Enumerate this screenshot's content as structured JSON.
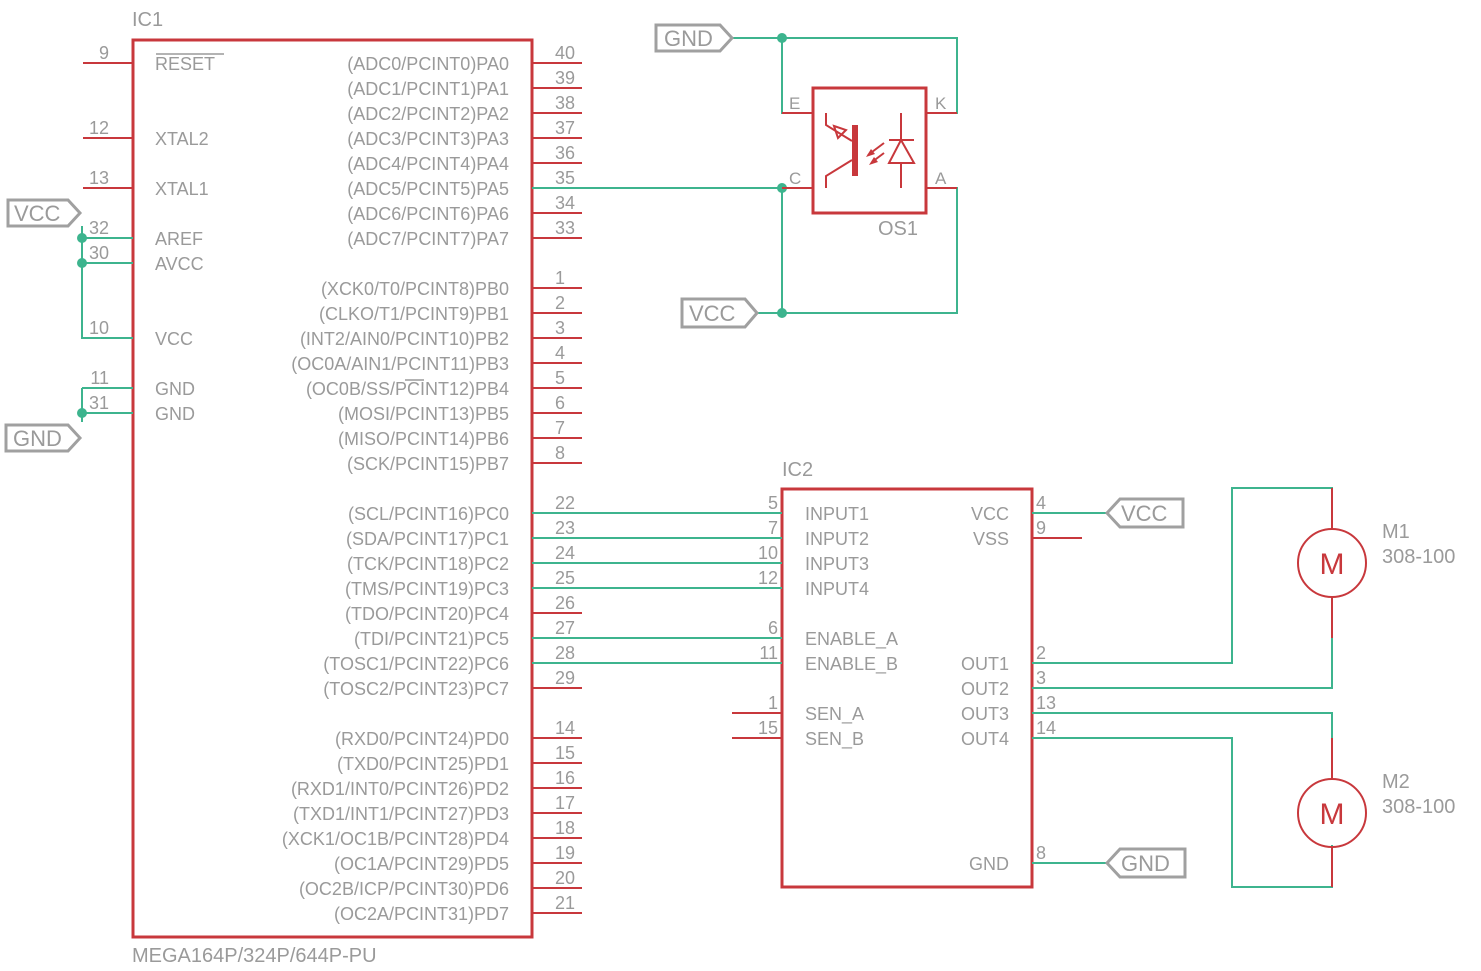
{
  "ic1": {
    "ref": "IC1",
    "value": "MEGA164P/324P/644P-PU",
    "left_pins": [
      {
        "num": "9",
        "name": "RESET"
      },
      {
        "num": "12",
        "name": "XTAL2"
      },
      {
        "num": "13",
        "name": "XTAL1"
      },
      {
        "num": "32",
        "name": "AREF"
      },
      {
        "num": "30",
        "name": "AVCC"
      },
      {
        "num": "10",
        "name": "VCC"
      },
      {
        "num": "11",
        "name": "GND"
      },
      {
        "num": "31",
        "name": "GND"
      }
    ],
    "right_pins": [
      {
        "num": "40",
        "name": "(ADC0/PCINT0)PA0"
      },
      {
        "num": "39",
        "name": "(ADC1/PCINT1)PA1"
      },
      {
        "num": "38",
        "name": "(ADC2/PCINT2)PA2"
      },
      {
        "num": "37",
        "name": "(ADC3/PCINT3)PA3"
      },
      {
        "num": "36",
        "name": "(ADC4/PCINT4)PA4"
      },
      {
        "num": "35",
        "name": "(ADC5/PCINT5)PA5"
      },
      {
        "num": "34",
        "name": "(ADC6/PCINT6)PA6"
      },
      {
        "num": "33",
        "name": "(ADC7/PCINT7)PA7"
      },
      {
        "num": "1",
        "name": "(XCK0/T0/PCINT8)PB0"
      },
      {
        "num": "2",
        "name": "(CLKO/T1/PCINT9)PB1"
      },
      {
        "num": "3",
        "name": "(INT2/AIN0/PCINT10)PB2"
      },
      {
        "num": "4",
        "name": "(OC0A/AIN1/PCINT11)PB3"
      },
      {
        "num": "5",
        "name": "(OC0B/SS/PCINT12)PB4"
      },
      {
        "num": "6",
        "name": "(MOSI/PCINT13)PB5"
      },
      {
        "num": "7",
        "name": "(MISO/PCINT14)PB6"
      },
      {
        "num": "8",
        "name": "(SCK/PCINT15)PB7"
      },
      {
        "num": "22",
        "name": "(SCL/PCINT16)PC0"
      },
      {
        "num": "23",
        "name": "(SDA/PCINT17)PC1"
      },
      {
        "num": "24",
        "name": "(TCK/PCINT18)PC2"
      },
      {
        "num": "25",
        "name": "(TMS/PCINT19)PC3"
      },
      {
        "num": "26",
        "name": "(TDO/PCINT20)PC4"
      },
      {
        "num": "27",
        "name": "(TDI/PCINT21)PC5"
      },
      {
        "num": "28",
        "name": "(TOSC1/PCINT22)PC6"
      },
      {
        "num": "29",
        "name": "(TOSC2/PCINT23)PC7"
      },
      {
        "num": "14",
        "name": "(RXD0/PCINT24)PD0"
      },
      {
        "num": "15",
        "name": "(TXD0/PCINT25)PD1"
      },
      {
        "num": "16",
        "name": "(RXD1/INT0/PCINT26)PD2"
      },
      {
        "num": "17",
        "name": "(TXD1/INT1/PCINT27)PD3"
      },
      {
        "num": "18",
        "name": "(XCK1/OC1B/PCINT28)PD4"
      },
      {
        "num": "19",
        "name": "(OC1A/PCINT29)PD5"
      },
      {
        "num": "20",
        "name": "(OC2B/ICP/PCINT30)PD6"
      },
      {
        "num": "21",
        "name": "(OC2A/PCINT31)PD7"
      }
    ]
  },
  "ic2": {
    "ref": "IC2",
    "left_pins": [
      {
        "num": "5",
        "name": "INPUT1"
      },
      {
        "num": "7",
        "name": "INPUT2"
      },
      {
        "num": "10",
        "name": "INPUT3"
      },
      {
        "num": "12",
        "name": "INPUT4"
      },
      {
        "num": "6",
        "name": "ENABLE_A"
      },
      {
        "num": "11",
        "name": "ENABLE_B"
      },
      {
        "num": "1",
        "name": "SEN_A"
      },
      {
        "num": "15",
        "name": "SEN_B"
      }
    ],
    "right_pins": [
      {
        "num": "4",
        "name": "VCC"
      },
      {
        "num": "9",
        "name": "VSS"
      },
      {
        "num": "2",
        "name": "OUT1"
      },
      {
        "num": "3",
        "name": "OUT2"
      },
      {
        "num": "13",
        "name": "OUT3"
      },
      {
        "num": "14",
        "name": "OUT4"
      },
      {
        "num": "8",
        "name": "GND"
      }
    ]
  },
  "os1": {
    "ref": "OS1",
    "pins": {
      "e": "E",
      "k": "K",
      "c": "C",
      "a": "A"
    }
  },
  "motors": [
    {
      "ref": "M1",
      "value": "308-100",
      "symbol": "M"
    },
    {
      "ref": "M2",
      "value": "308-100",
      "symbol": "M"
    }
  ],
  "ports": {
    "vcc_left": "VCC",
    "gnd_left": "GND",
    "gnd_top": "GND",
    "vcc_top": "VCC",
    "vcc_ic2": "VCC",
    "gnd_ic2": "GND"
  },
  "colors": {
    "component": "#c8383c",
    "wire": "#3db48e",
    "label": "#9a9a9a",
    "port": "#a0a0a0"
  }
}
